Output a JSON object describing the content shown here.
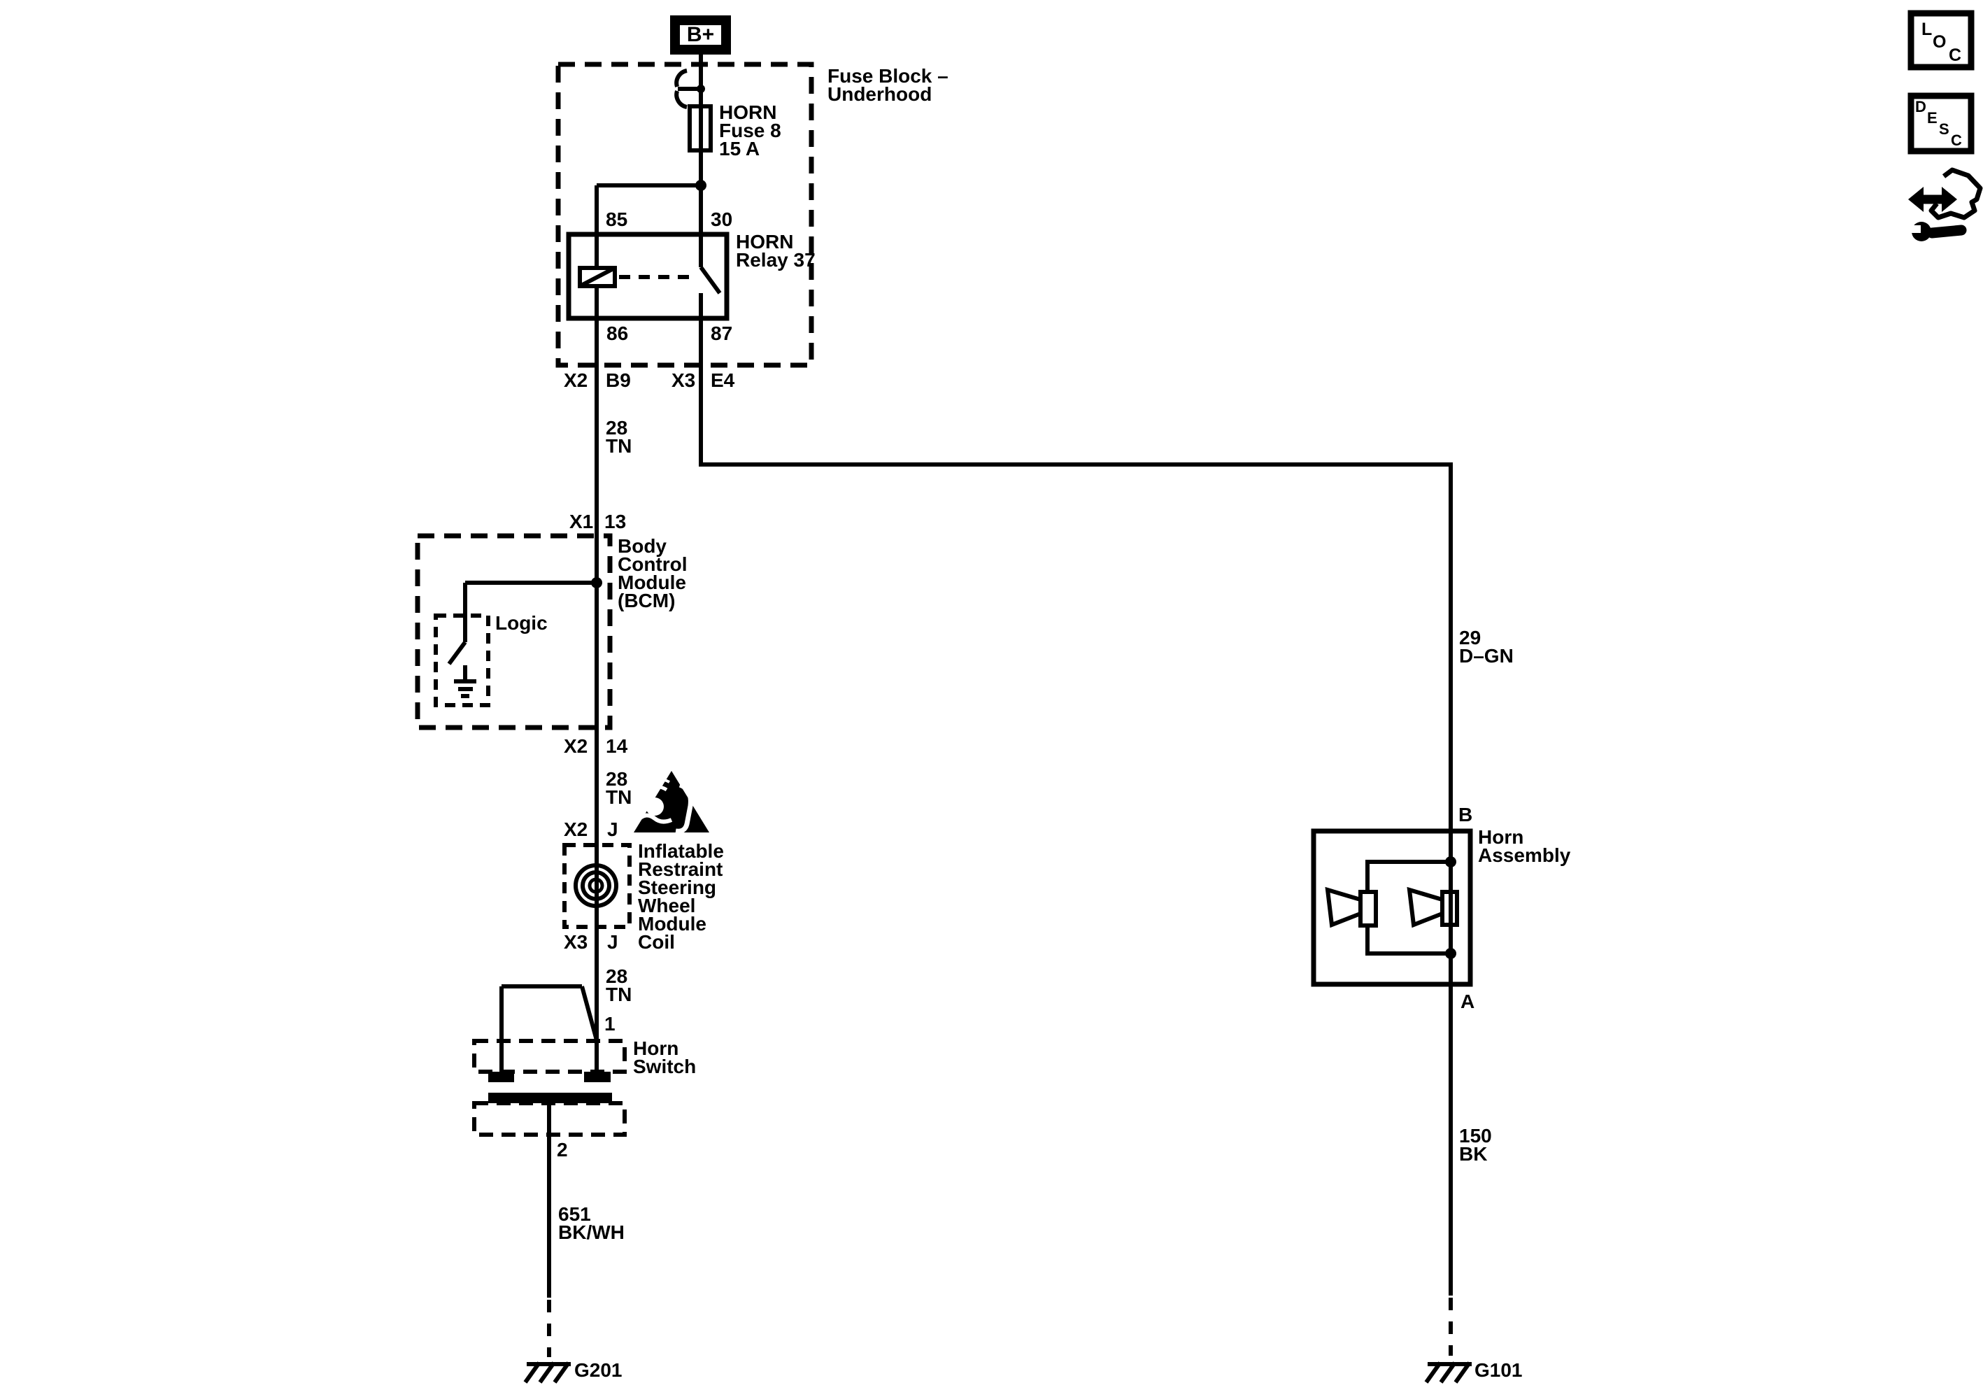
{
  "power": {
    "label": "B+"
  },
  "fuse_block": {
    "name_l1": "Fuse Block –",
    "name_l2": "Underhood"
  },
  "fuse": {
    "l1": "HORN",
    "l2": "Fuse 8",
    "l3": "15 A"
  },
  "relay": {
    "name_l1": "HORN",
    "name_l2": "Relay 37",
    "pin_85": "85",
    "pin_30": "30",
    "pin_86": "86",
    "pin_87": "87"
  },
  "connectors": {
    "c1": {
      "conn": "X2",
      "pin": "B9"
    },
    "c2": {
      "conn": "X3",
      "pin": "E4"
    },
    "c3": {
      "conn": "X1",
      "pin": "13"
    },
    "c4": {
      "conn": "X2",
      "pin": "14"
    },
    "c5": {
      "conn": "X2",
      "pin": "J"
    },
    "c6": {
      "conn": "X3",
      "pin": "J"
    }
  },
  "wires": {
    "w28tn_a": {
      "circuit": "28",
      "color": "TN"
    },
    "w28tn_b": {
      "circuit": "28",
      "color": "TN"
    },
    "w28tn_c": {
      "circuit": "28",
      "color": "TN"
    },
    "w29dgn": {
      "circuit": "29",
      "color": "D–GN"
    },
    "w651": {
      "circuit": "651",
      "color": "BK/WH"
    },
    "w150": {
      "circuit": "150",
      "color": "BK"
    }
  },
  "bcm": {
    "name_l1": "Body",
    "name_l2": "Control",
    "name_l3": "Module",
    "name_l4": "(BCM)",
    "logic_label": "Logic"
  },
  "coil_module": {
    "name_l1": "Inflatable",
    "name_l2": "Restraint",
    "name_l3": "Steering",
    "name_l4": "Wheel",
    "name_l5": "Module",
    "name_l6": "Coil"
  },
  "horn_switch": {
    "name_l1": "Horn",
    "name_l2": "Switch",
    "pin_1": "1",
    "pin_2": "2"
  },
  "horn_assembly": {
    "name_l1": "Horn",
    "name_l2": "Assembly",
    "pin_b": "B",
    "pin_a": "A"
  },
  "grounds": {
    "g201": "G201",
    "g101": "G101"
  },
  "nav_icons": {
    "loc": {
      "l1": "L",
      "l2": "O",
      "l3": "C"
    },
    "desc": {
      "l1": "D",
      "l2": "E",
      "l3": "S",
      "l4": "C"
    }
  },
  "colors": {
    "line": "#000000",
    "background": "#ffffff"
  }
}
